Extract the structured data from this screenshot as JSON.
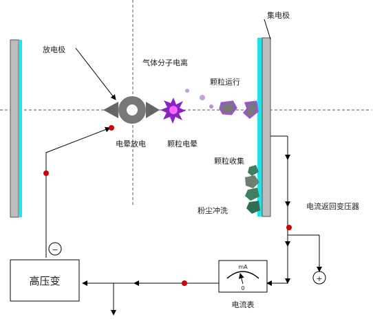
{
  "labels": {
    "discharge_electrode": "放电极",
    "gas_ionization": "气体分子电离",
    "collector_electrode": "集电极",
    "particle_moving": "颗粒运行",
    "corona_discharge": "电晕放电",
    "particle_charging": "颗粒电晕",
    "particle_collection": "颗粒收集",
    "dust_flushing": "粉尘冲洗",
    "current_return": "电流返回变压器",
    "hv_transformer": "高压变",
    "ammeter": "电流表",
    "ammeter_unit": "mA",
    "ammeter_zero": "0",
    "minus_sign": "−",
    "plus_sign": "+"
  },
  "colors": {
    "plate_cyan": "#1ee3e8",
    "plate_gray": "#bdbdbd",
    "charge_dot": "#d40000",
    "particle_purple": "#9955cc",
    "ionization_spark": "#8a22c4",
    "dust_green": "#3f7f5f",
    "line": "#000000"
  }
}
